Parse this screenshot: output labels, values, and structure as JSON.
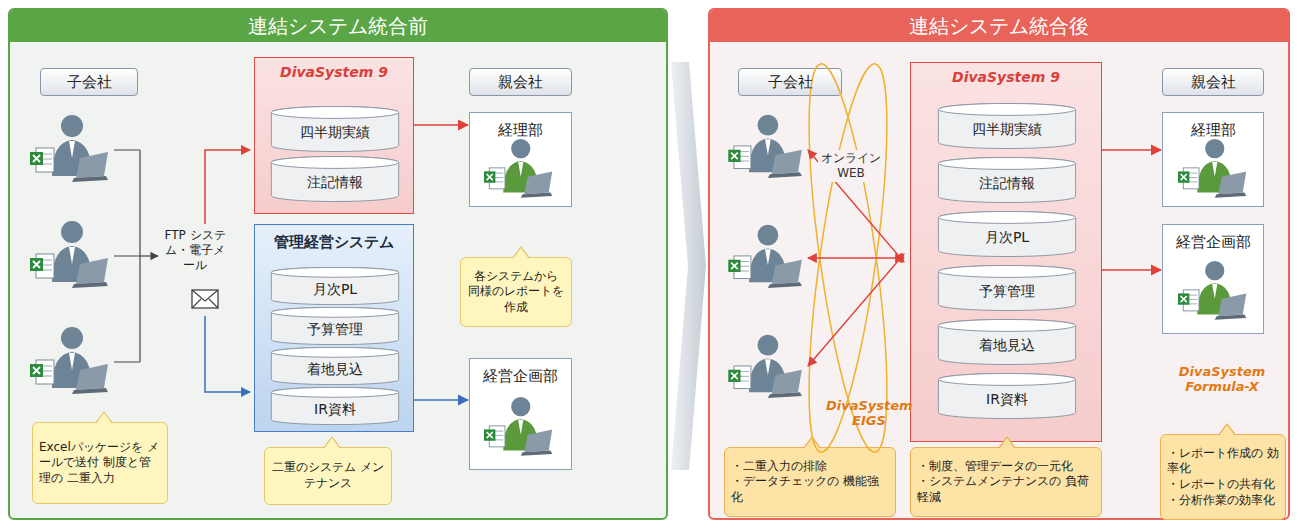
{
  "diagram": {
    "nodes": [
      {
        "text": [
          "連結システム統合前"
        ]
      },
      {
        "text": [
          "子会社"
        ],
        "in": 0
      },
      {
        "text": [
          "DivaSystem 9"
        ],
        "in": 0
      },
      {
        "text": [
          "四半期実績"
        ],
        "in": 2
      },
      {
        "text": [
          "注記情報"
        ],
        "in": 2
      },
      {
        "text": [
          "親会社"
        ],
        "in": 0
      },
      {
        "text": [
          "経理部"
        ],
        "in": 0
      },
      {
        "text": [
          "管理経営システム"
        ],
        "in": 0
      },
      {
        "text": [
          "月次PL"
        ],
        "in": 7
      },
      {
        "text": [
          "予算管理"
        ],
        "in": 7
      },
      {
        "text": [
          "着地見込"
        ],
        "in": 7
      },
      {
        "text": [
          "IR資料"
        ],
        "in": 7
      },
      {
        "text": [
          "各システムから 同様のレポートを 作成"
        ],
        "in": 0
      },
      {
        "text": [
          "経営企画部"
        ],
        "in": 0
      },
      {
        "text": [
          "Excelパッケージを メールで送付 制度と管理の 二重入力"
        ],
        "in": 0
      },
      {
        "text": [
          "二重のシステム メンテナンス"
        ],
        "in": 0
      },
      {
        "text": [
          "連結システム統合後"
        ]
      },
      {
        "text": [
          "子会社"
        ],
        "in": 16
      },
      {
        "text": [
          "DivaSystem 9"
        ],
        "in": 16
      },
      {
        "text": [
          "四半期実績"
        ],
        "in": 18
      },
      {
        "text": [
          "注記情報"
        ],
        "in": 18
      },
      {
        "text": [
          "月次PL"
        ],
        "in": 18
      },
      {
        "text": [
          "予算管理"
        ],
        "in": 18
      },
      {
        "text": [
          "着地見込"
        ],
        "in": 18
      },
      {
        "text": [
          "IR資料"
        ],
        "in": 18
      },
      {
        "text": [
          "親会社"
        ],
        "in": 16
      },
      {
        "text": [
          "経理部"
        ],
        "in": 16
      },
      {
        "text": [
          "経営企画部"
        ],
        "in": 16
      },
      {
        "text": [
          "・二重入力の排除",
          "・データチェックの 機能強化"
        ],
        "in": 16
      },
      {
        "text": [
          "・制度、管理データの一元化",
          "・システムメンテナンスの 負荷軽減"
        ],
        "in": 16
      },
      {
        "text": [
          "・レポート作成の 効率化",
          "・レポートの共有化",
          "・分析作業の効率化"
        ],
        "in": 16
      }
    ],
    "edges": [
      {
        "from": 2,
        "to": 6,
        "arrow": "to"
      },
      {
        "from": 7,
        "to": 13,
        "arrow": "to"
      },
      {
        "from": 18,
        "to": 26,
        "arrow": "to"
      },
      {
        "from": 18,
        "to": 27,
        "arrow": "to"
      }
    ],
    "labels": [
      "FTP システム・電子メール",
      "オンライン WEB",
      "DivaSystem EIGS",
      "DivaSystem Formula-X"
    ]
  }
}
